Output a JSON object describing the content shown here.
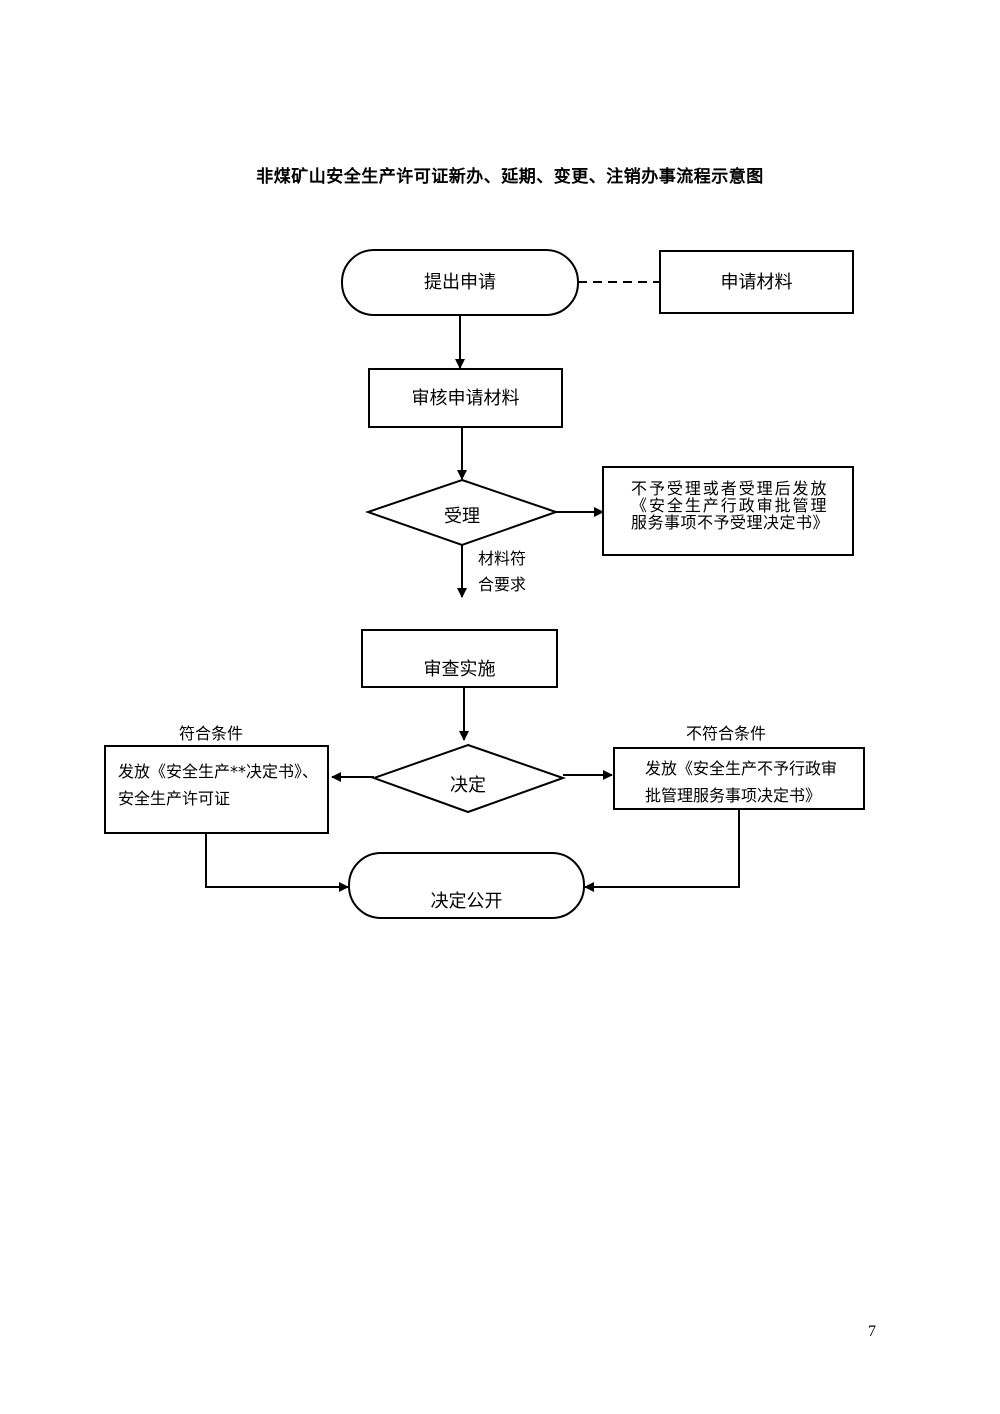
{
  "title": "非煤矿山安全生产许可证新办、延期、变更、注销办事流程示意图",
  "nodes": {
    "apply": "提出申请",
    "materials": "申请材料",
    "review": "审核申请材料",
    "accept": "受理",
    "reject_notice": "不予受理或者受理后发放《安全生产行政审批管理服务事项不予受理决定书》",
    "meets_requirements": [
      "材料符",
      "合要求"
    ],
    "inspect": "审查实施",
    "decision": "决定",
    "approved_label": "符合条件",
    "approved_box": [
      "发放《安全生产**决定书》、",
      "安全生产许可证"
    ],
    "denied_label": "不符合条件",
    "denied_box": [
      "发放《安全生产不予行政审",
      "批管理服务事项决定书》"
    ],
    "publish": "决定公开"
  },
  "page_number": "7"
}
